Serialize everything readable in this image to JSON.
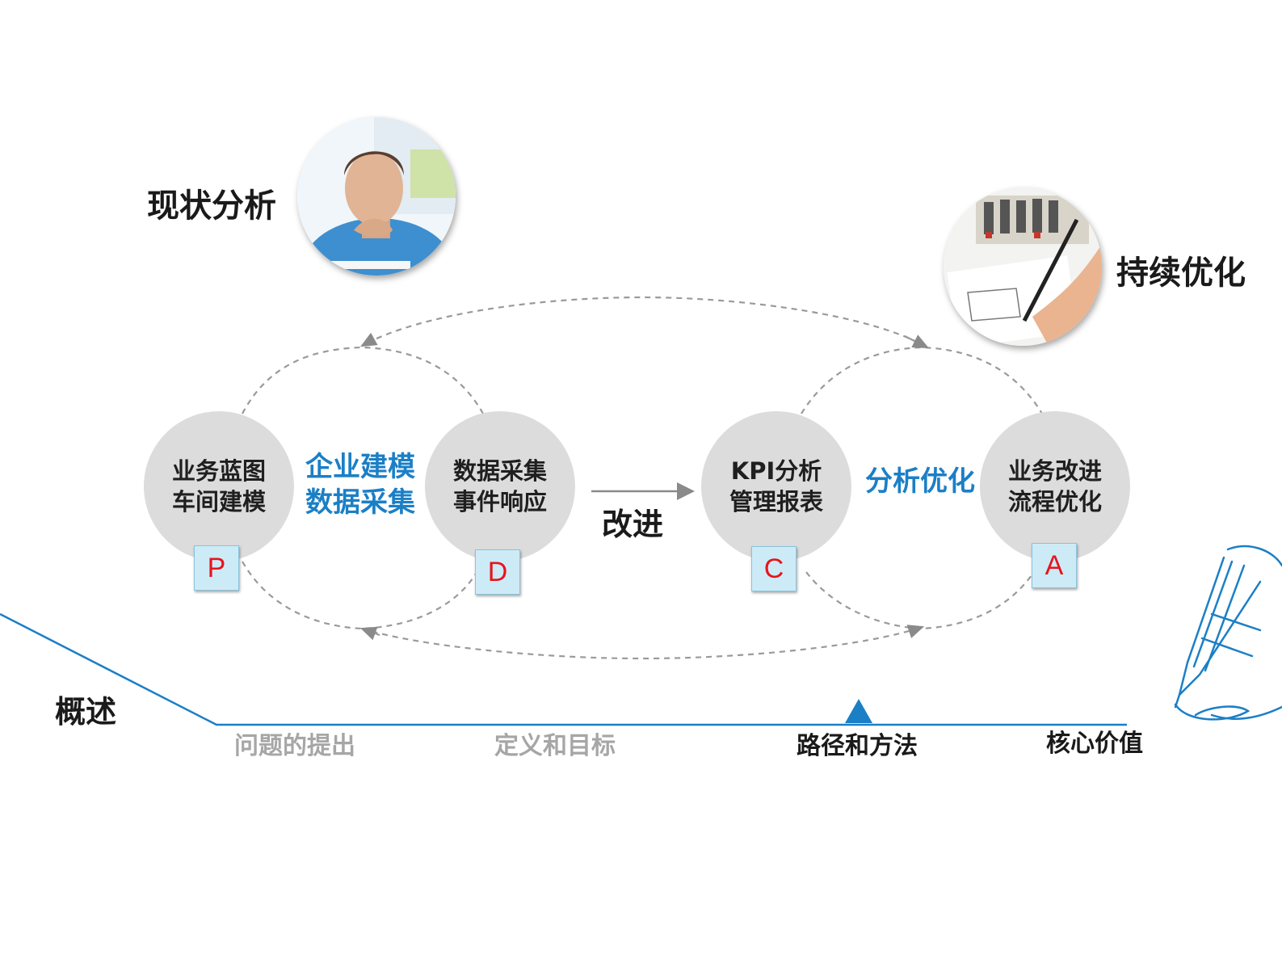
{
  "top_left": {
    "label": "现状分析",
    "image": "person-thinking-photo"
  },
  "top_right": {
    "label": "持续优化",
    "image": "hand-writing-photo"
  },
  "nodes": [
    {
      "lines": [
        "业务蓝图",
        "车间建模"
      ],
      "badge": "P"
    },
    {
      "lines": [
        "数据采集",
        "事件响应"
      ],
      "badge": "D"
    },
    {
      "lines": [
        "KPI分析",
        "管理报表"
      ],
      "badge": "C"
    },
    {
      "lines": [
        "业务改进",
        "流程优化"
      ],
      "badge": "A"
    }
  ],
  "left_link": {
    "lines": [
      "企业建模",
      "数据采集"
    ]
  },
  "right_link": {
    "text": "分析优化"
  },
  "middle_arrow": {
    "text": "改进"
  },
  "timeline": {
    "start": "概述",
    "items": [
      {
        "label": "问题的提出",
        "active": false
      },
      {
        "label": "定义和目标",
        "active": false
      },
      {
        "label": "路径和方法",
        "active": true
      },
      {
        "label": "核心价值",
        "active": false
      }
    ]
  },
  "colors": {
    "accent_blue": "#1b7fc6",
    "node_fill": "#dcdcdc",
    "badge_fill": "#cdebf7",
    "badge_text": "#e8141c",
    "muted_text": "#a6a6a6",
    "timeline_line": "#1b7fc6"
  },
  "decorations": [
    "pen-sketch-icon"
  ]
}
